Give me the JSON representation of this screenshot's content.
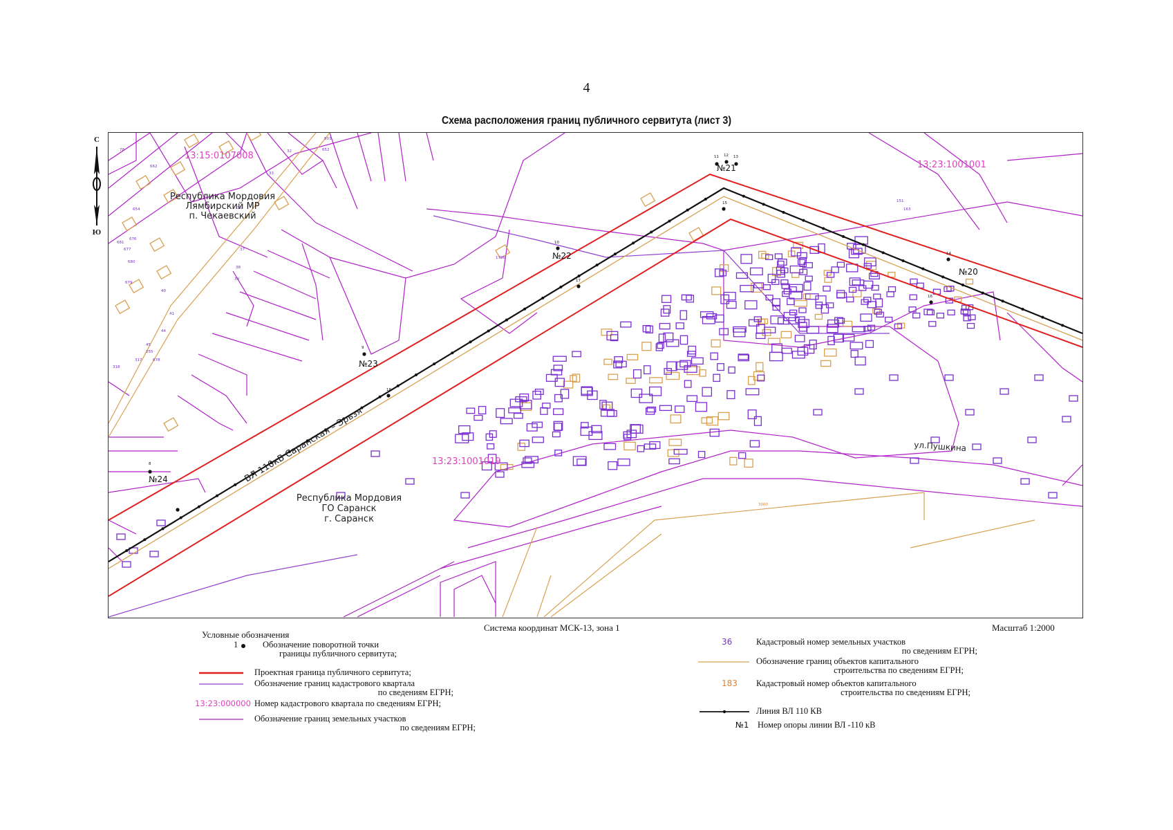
{
  "page_number": "4",
  "title": "Схема расположения границ публичного сервитута (лист 3)",
  "compass": {
    "north": "С",
    "south": "Ю"
  },
  "map": {
    "region_labels": [
      [
        "Республика Мордовия",
        "Лямбирский МР",
        "п. Чекаевский"
      ],
      [
        "Республика Мордовия",
        "ГО Саранск",
        "г. Саранск"
      ]
    ],
    "quarter_numbers": [
      "13:15:0107008",
      "13:23:1001001",
      "13:23:1001019"
    ],
    "line_label": "ВЛ 110кВ Саранская – Эрьзя",
    "street_label": "ул.Пушкина",
    "poles": [
      "№20",
      "№21",
      "№22",
      "№23",
      "№24"
    ],
    "turning_points": [
      "8",
      "9",
      "10",
      "11",
      "12",
      "13",
      "14",
      "15",
      "16",
      "17",
      "18"
    ],
    "parcel_numbers": [
      "78",
      "32",
      "33",
      "36",
      "37",
      "38",
      "39",
      "40",
      "41",
      "44",
      "45",
      "255",
      "317",
      "318",
      "163",
      "151",
      "1796",
      "3000",
      "603",
      "652",
      "722",
      "654",
      "662",
      "676",
      "677",
      "678",
      "679",
      "680",
      "681"
    ],
    "colors": {
      "servitude": "#e02020",
      "parcel": "#b020c8",
      "quarter_label": "#e040c0",
      "building": "#d8a050",
      "building_label": "#e08030",
      "cadastral_sym": "#7a2fd0",
      "power_line": "#111111"
    }
  },
  "coord_system": "Система координат МСК-13, зона 1",
  "scale": "Масштаб 1:2000",
  "legend": {
    "title": "Условные обозначения",
    "left": [
      {
        "symbol": "1",
        "text": "Обозначение поворотной точки",
        "text2": "границы публичного сервитута;"
      },
      {
        "text": "Проектная граница публичного сервитута;"
      },
      {
        "text": "Обозначение границ кадастрового квартала",
        "text2": "по сведениям ЕГРН;"
      },
      {
        "symbol": "13:23:000000",
        "text": "Номер кадастрового квартала по сведениям ЕГРН;"
      },
      {
        "text": "Обозначение границ земельных участков",
        "text2": "по сведениям ЕГРН;"
      }
    ],
    "right": [
      {
        "symbol": "36",
        "text": "Кадастровый номер земельных участков",
        "text2": "по сведениям ЕГРН;"
      },
      {
        "text": "Обозначение границ объектов капитального",
        "text2": "строительства по сведениям ЕГРН;"
      },
      {
        "symbol": "183",
        "text": "Кадастровый номер объектов капитального",
        "text2": "строительства по сведениям ЕГРН;"
      },
      {
        "text": "Линия ВЛ 110 КВ"
      },
      {
        "symbol": "№1",
        "text": "Номер опоры линии ВЛ -110 кВ"
      }
    ]
  }
}
